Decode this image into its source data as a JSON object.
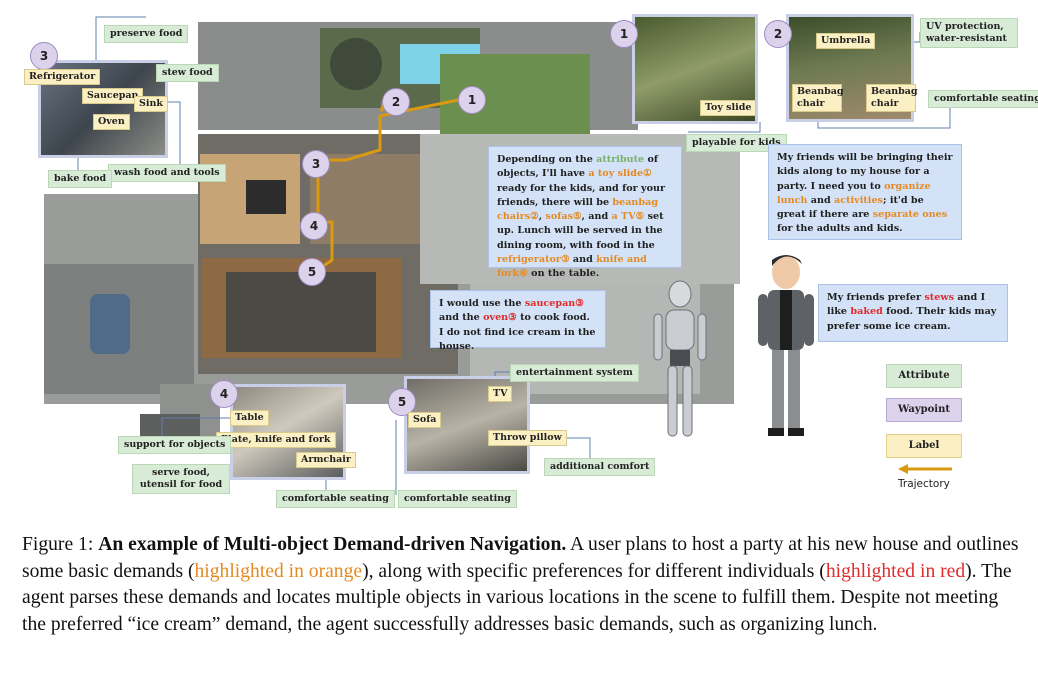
{
  "waypoints": [
    "1",
    "2",
    "3",
    "4",
    "5"
  ],
  "top_left_panel": {
    "labels": [
      "Refrigerator",
      "Saucepan",
      "Sink",
      "Oven"
    ],
    "attributes": [
      "preserve food",
      "stew food",
      "wash food and tools",
      "bake food"
    ]
  },
  "panel1": {
    "label": "Toy slide",
    "attribute": "playable for kids"
  },
  "panel2": {
    "labels": [
      "Umbrella",
      "Beanbag chair",
      "Beanbag chair"
    ],
    "attributes": [
      "UV protection, water-resistant",
      "comfortable seating"
    ]
  },
  "panel4": {
    "labels": [
      "Table",
      "Plate, knife and fork",
      "Armchair"
    ],
    "attributes": [
      "support for objects",
      "serve food, utensil for food",
      "comfortable seating"
    ]
  },
  "panel5": {
    "labels": [
      "TV",
      "Sofa",
      "Throw pillow"
    ],
    "attributes": [
      "entertainment system",
      "comfortable seating",
      "additional comfort"
    ]
  },
  "bubbles": {
    "agent_plan": {
      "t1": "Depending on the ",
      "attr": "attribute",
      "t2": " of objects, I'll have ",
      "h1": "a toy slide①",
      "t3": " ready for the kids, and for your friends, there will be ",
      "h2": "beanbag chairs②",
      "t4": ", ",
      "h3": "sofas⑤",
      "t5": ", and ",
      "h4": "a TV⑤",
      "t6": " set up. Lunch will be served in the dining room, with food in the ",
      "h5": "refrigerator③",
      "t7": " and ",
      "h6": "knife and fork④",
      "t8": " on the table."
    },
    "agent_cook": {
      "t1": "I would use the ",
      "h1": "saucepan③",
      "t2": " and the ",
      "h2": "oven③",
      "t3": " to cook food. I do not find ice cream in the house."
    },
    "user_demand": {
      "t1": "My friends will be bringing their kids along to my house for a party. I need you to ",
      "h1": "organize lunch",
      "t2": " and ",
      "h2": "activities",
      "t3": "; it'd be great if there are ",
      "h3": "separate ones",
      "t4": " for the adults and kids."
    },
    "user_pref": {
      "t1": "My friends prefer ",
      "h1": "stews",
      "t2": " and I like ",
      "h2": "baked",
      "t3": " food. Their kids may prefer some ice cream."
    }
  },
  "legend": {
    "attribute": "Attribute",
    "waypoint": "Waypoint",
    "label": "Label",
    "trajectory": "Trajectory"
  },
  "colors": {
    "attribute": "#d8ebd6",
    "waypoint": "#ddd2ec",
    "label": "#fbefc4",
    "trajectory": "#d99a12",
    "orange": "#e58a22",
    "red": "#e02b2b"
  },
  "caption": {
    "prefix": "Figure 1: ",
    "title": "An example of Multi-object Demand-driven Navigation.",
    "t1": " A user plans to host a party at his new house and outlines some basic demands (",
    "orange": "highlighted in orange",
    "t2": "), along with specific preferences for different individuals (",
    "red": "highlighted in red",
    "t3": "). The agent parses these demands and locates multiple objects in various locations in the scene to fulfill them. Despite not meeting the preferred “ice cream” demand, the agent successfully addresses basic demands, such as organizing lunch."
  }
}
